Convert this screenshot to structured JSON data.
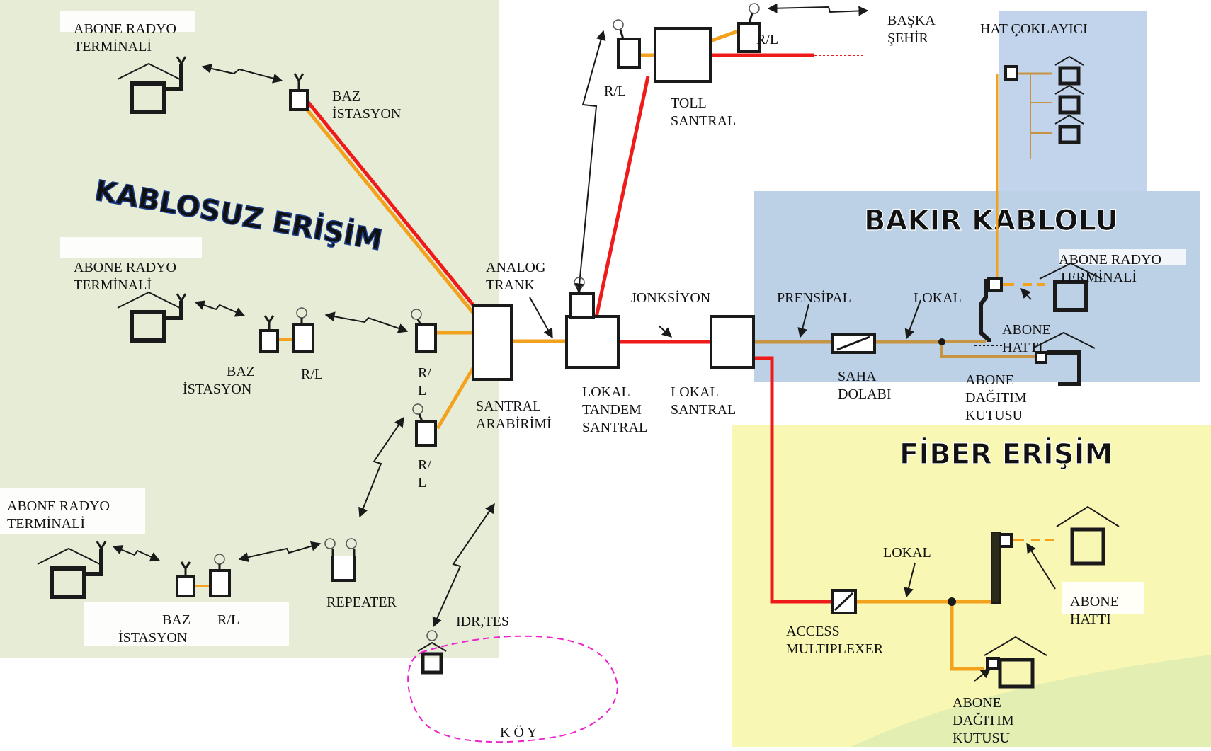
{
  "regions": {
    "wireless": "KABLOSUZ ERİŞİM",
    "copper": "BAKIR KABLOLU",
    "fiber": "FİBER ERİŞİM"
  },
  "labels": {
    "radio_terminal_1": [
      "ABONE RADYO",
      "TERMİNALİ"
    ],
    "radio_terminal_2": [
      "ABONE RADYO",
      "TERMİNALİ"
    ],
    "radio_terminal_3": [
      "ABONE RADYO",
      "TERMİNALİ"
    ],
    "radio_terminal_4": [
      "ABONE RADYO",
      "TERMİNALİ"
    ],
    "base_station_1": [
      "BAZ",
      "İSTASYON"
    ],
    "base_station_2": [
      "BAZ",
      "İSTASYON"
    ],
    "base_station_3": [
      "BAZ",
      "İSTASYON"
    ],
    "rl": "R/L",
    "rl_split": [
      "R/",
      "L"
    ],
    "repeater": "REPEATER",
    "idr_tes": "IDR,TES",
    "koy": "K Ö Y",
    "analog_trank": [
      "ANALOG",
      "TRANK"
    ],
    "santral_arabirimi": [
      "SANTRAL",
      "ARABİRİMİ"
    ],
    "lokal_tandem": [
      "LOKAL",
      "TANDEM",
      "SANTRAL"
    ],
    "jonksiyon": "JONKSİYON",
    "lokal_santral": [
      "LOKAL",
      "SANTRAL"
    ],
    "toll_santral": [
      "TOLL",
      "SANTRAL"
    ],
    "baska_sehir": [
      "BAŞKA",
      "ŞEHİR"
    ],
    "hat_coklayici": "HAT ÇOKLAYICI",
    "prensipal": "PRENSİPAL",
    "lokal": "LOKAL",
    "saha_dolabi": [
      "SAHA",
      "DOLABI"
    ],
    "abone_hatti": [
      "ABONE",
      "HATTI"
    ],
    "abone_dagitim": [
      "ABONE",
      "DAĞITIM",
      "KUTUSU"
    ],
    "access_mux": [
      "ACCESS",
      "MULTIPLEXER"
    ]
  },
  "colors": {
    "wireless_bg": "#e6ecd6",
    "copper_bg": "#bcd0e6",
    "fiber_bg": "#f8f8b4",
    "mux_bg": "#c2d4ec",
    "region_text": "#4aa8e0",
    "red": "#ef1a1a",
    "orange": "#f2a21c",
    "copper": "#c69443",
    "dark": "#1a1a1a",
    "koy": "#ee22cc"
  }
}
